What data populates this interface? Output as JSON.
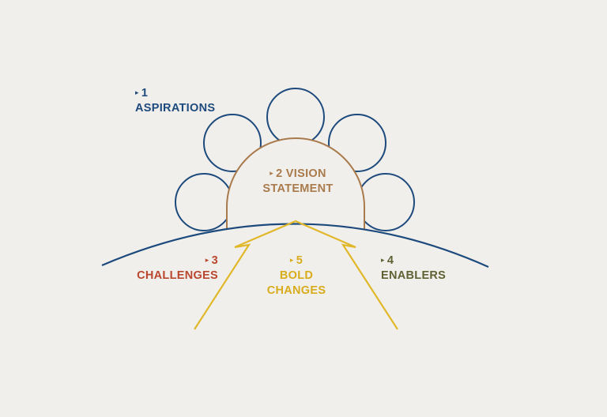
{
  "colors": {
    "background": "#f1efec",
    "aspirations": "#1d4a7c",
    "vision": "#a97a4b",
    "challenges": "#b9472d",
    "enablers": "#5e6233",
    "bold_changes": "#e0b82a",
    "horizon": "#1d4a7c"
  },
  "icons": {
    "marker": "right-triangle-icon"
  },
  "labels": {
    "aspirations": {
      "num": "1",
      "text": "ASPIRATIONS"
    },
    "vision": {
      "num": "2",
      "line1": "VISION",
      "line2": "STATEMENT"
    },
    "challenges": {
      "num": "3",
      "text": "CHALLENGES"
    },
    "enablers": {
      "num": "4",
      "text": "ENABLERS"
    },
    "bold_changes": {
      "num": "5",
      "line1": "BOLD",
      "line2": "CHANGES"
    }
  }
}
